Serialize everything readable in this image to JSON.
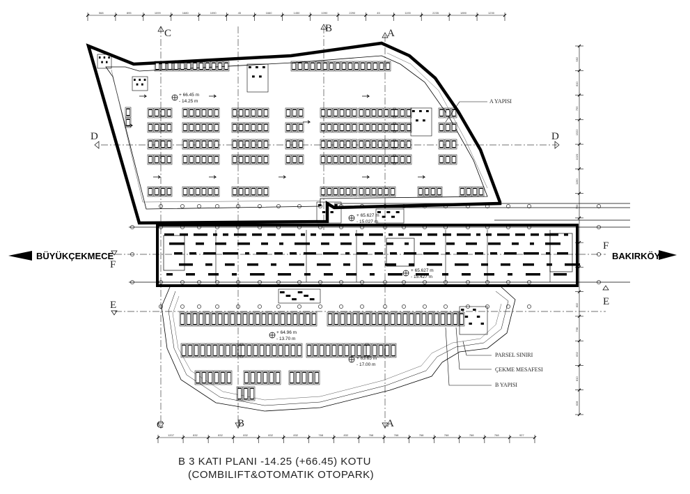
{
  "sections": {
    "a_top": "A",
    "a_bottom": "A",
    "b_top": "B",
    "b_bottom": "B",
    "c_top": "C",
    "c_bottom": "C",
    "d_left": "D",
    "d_right": "D",
    "e_left": "E",
    "e_right": "E",
    "f_left": "F",
    "f_right": "F"
  },
  "directions": {
    "west": "BÜYÜKÇEKMECE",
    "east": "BAKIRKÖY"
  },
  "labels": {
    "a_yapisi": "A YAPISI",
    "parsel_siniri": "PARSEL SINIRI",
    "cekme_mesafesi": "ÇEKME MESAFESI",
    "b_yapisi": "B YAPISI"
  },
  "levels": {
    "top_1": "+ 66.45 m",
    "top_2": "- 14.25 m",
    "mid_1": "+ 65.627 m",
    "mid_2": "- 15.027 m",
    "right_1": "+ 65.627 m",
    "right_2": "- 15.427 m",
    "low_1": "+ 64.96 m",
    "low_2": "- 13.70 m",
    "low_3": "+ 63.65 m",
    "low_4": "- 17.00 m"
  },
  "title": {
    "line1": "B 3 KATI PLANI -14.25 (+66.45) KOTU",
    "line2": "(COMBILIFT&OTOMATIK OTOPARK)"
  },
  "dimensions": {
    "top": [
      "568",
      "895",
      "1099",
      "1680",
      "1090",
      "45",
      "1660",
      "1450",
      "1090",
      "2290",
      "45",
      "1190",
      "2235",
      "1890",
      "1230"
    ],
    "bottom": [
      "1207",
      "832",
      "832",
      "832",
      "832",
      "832",
      "768",
      "832",
      "768",
      "768",
      "768",
      "768",
      "768",
      "768",
      "927"
    ],
    "right": [
      "582",
      "810",
      "755",
      "1522",
      "1020",
      "1190",
      "768",
      "591",
      "832",
      "832",
      "832",
      "768",
      "832",
      "810",
      "828"
    ]
  },
  "colors": {
    "line": "#000000",
    "grey": "#888888"
  }
}
